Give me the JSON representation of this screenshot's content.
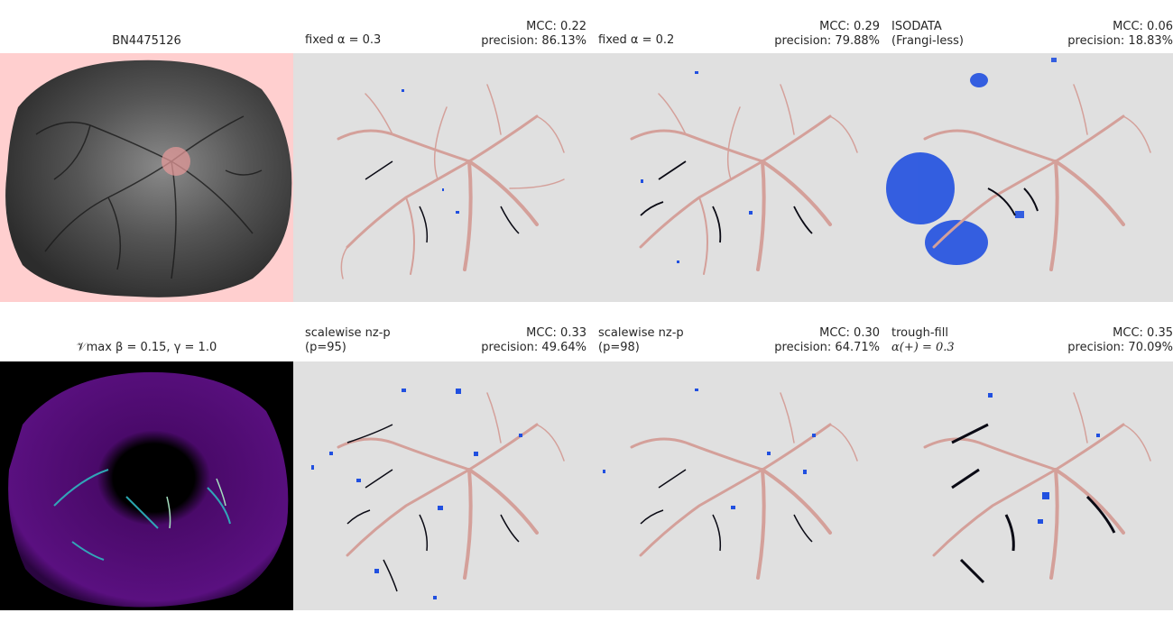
{
  "panels": [
    {
      "id": "raw",
      "title": "BN4475126"
    },
    {
      "id": "fixed03",
      "title_lines": [
        "fixed α = 0.3",
        ""
      ],
      "stats": [
        "MCC: 0.22",
        "precision: 86.13%"
      ]
    },
    {
      "id": "fixed02",
      "title_lines": [
        "fixed α = 0.2",
        ""
      ],
      "stats": [
        "MCC: 0.29",
        "precision: 79.88%"
      ]
    },
    {
      "id": "isodata",
      "title_lines": [
        "ISODATA",
        "(Frangi-less)"
      ],
      "stats": [
        "MCC: 0.06",
        "precision: 18.83%"
      ]
    },
    {
      "id": "vmax",
      "title": "𝒱max  β = 0.15, γ = 1.0"
    },
    {
      "id": "sw95",
      "title_lines": [
        "scalewise nz-p",
        "(p=95)"
      ],
      "stats": [
        "MCC: 0.33",
        "precision: 49.64%"
      ]
    },
    {
      "id": "sw98",
      "title_lines": [
        "scalewise nz-p",
        "(p=98)"
      ],
      "stats": [
        "MCC: 0.30",
        "precision: 64.71%"
      ]
    },
    {
      "id": "trough",
      "title_lines": [
        "trough-fill",
        "α(+) = 0.3"
      ],
      "stats": [
        "MCC: 0.35",
        "precision: 70.09%"
      ]
    }
  ],
  "colors": {
    "panel_bg": "#e0e0e0",
    "ground_truth_vessel": "#d4a09a",
    "true_positive": "#0a0a14",
    "false_positive": "#2150e0",
    "mask_pink": "#ffcfcf",
    "fundus_gray": "#3a3a3a"
  }
}
